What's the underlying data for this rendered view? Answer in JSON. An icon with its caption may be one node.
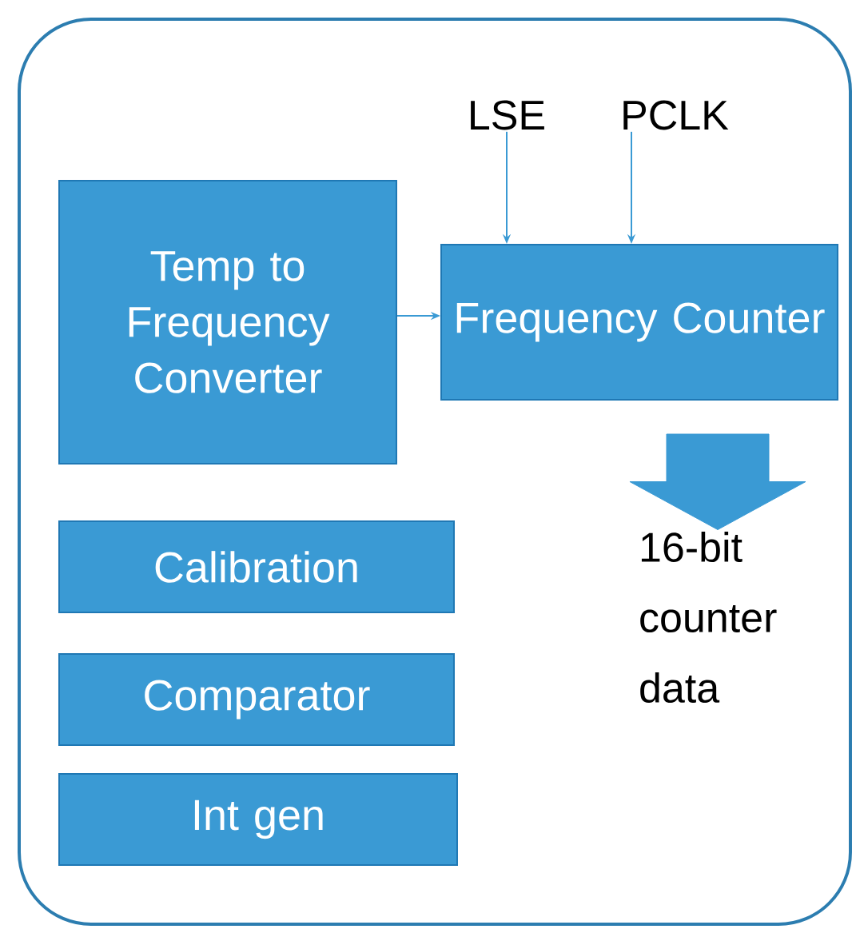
{
  "diagram": {
    "nodes": [
      {
        "text": [],
        "shape": "box"
      },
      {
        "text": [
          "Temp to Frequency Converter"
        ],
        "in": 0
      },
      {
        "text": [
          "Frequency Counter"
        ],
        "in": 0
      },
      {
        "text": [
          "Calibration"
        ],
        "in": 0
      },
      {
        "text": [
          "Comparator"
        ],
        "in": 0
      },
      {
        "text": [
          "Int gen"
        ],
        "in": 0
      },
      {
        "text": [
          "LSE"
        ],
        "in": 0
      },
      {
        "text": [
          "PCLK"
        ],
        "in": 0
      },
      {
        "text": [
          "16-bit counter data"
        ],
        "in": 0
      }
    ],
    "edges": [
      {
        "from": 6,
        "to": 2,
        "arrow": "to"
      },
      {
        "from": 7,
        "to": 2,
        "arrow": "to"
      },
      {
        "from": 1,
        "to": 2,
        "arrow": "to"
      },
      {
        "from": 2,
        "to": 8,
        "arrow": "to",
        "style": "thick"
      }
    ]
  }
}
